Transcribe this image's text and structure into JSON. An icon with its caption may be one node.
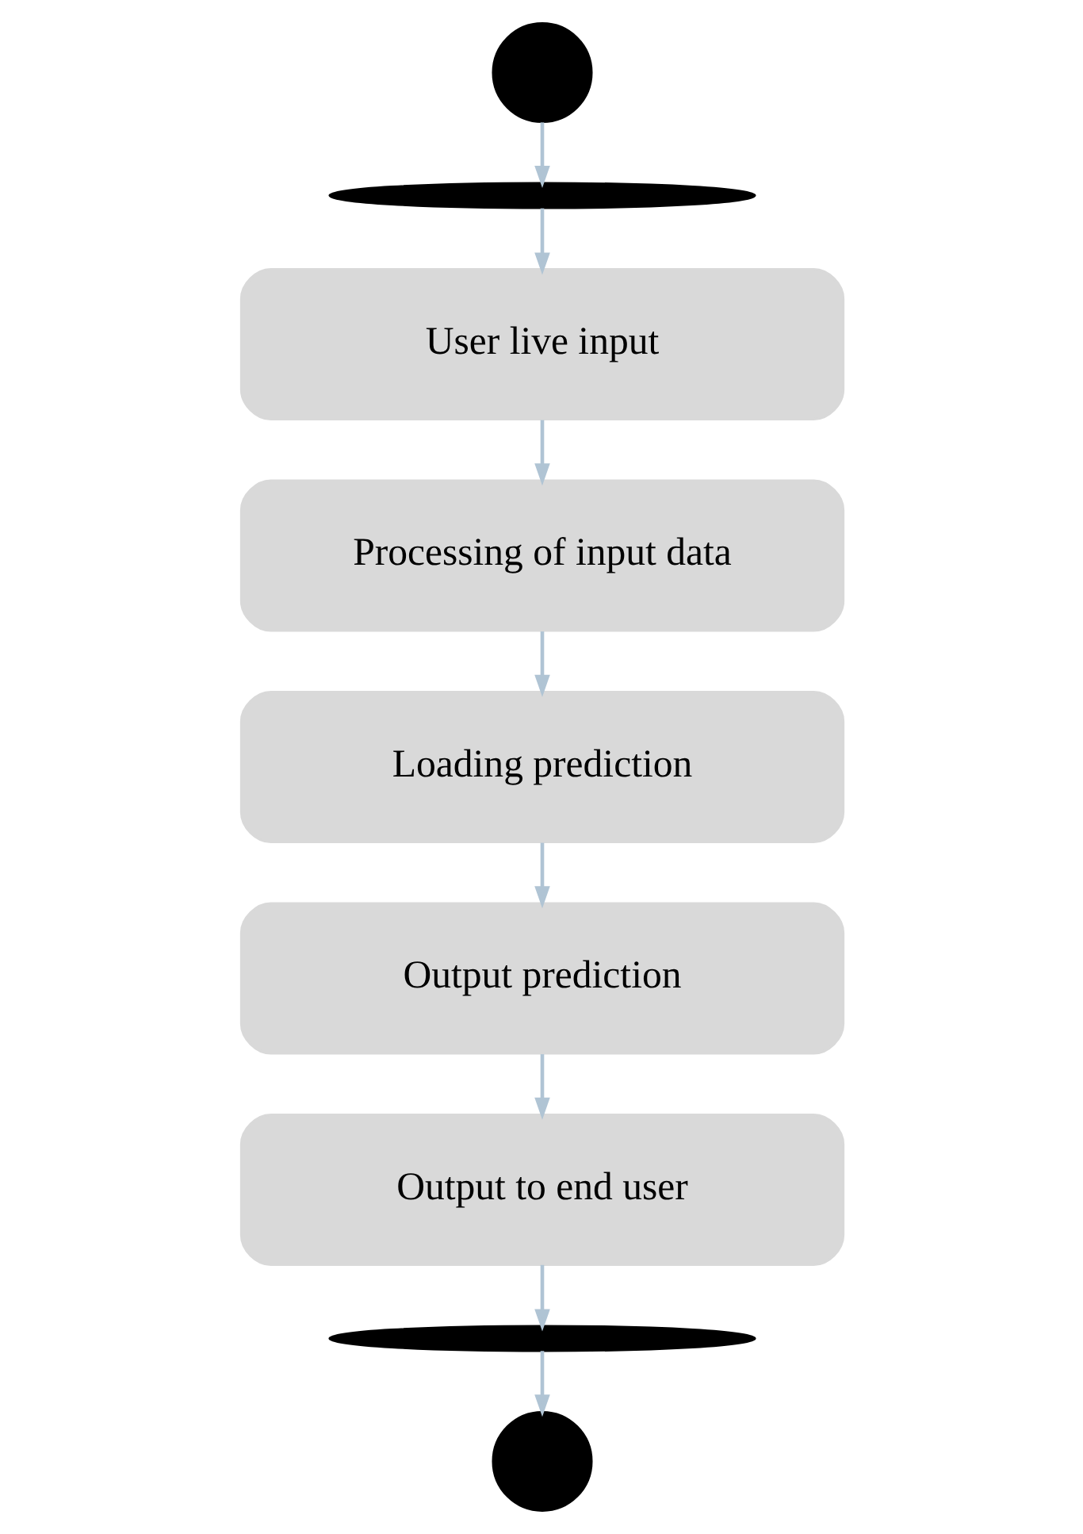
{
  "diagram": {
    "nodes": [
      {
        "text": [],
        "shape": "circle"
      },
      {
        "text": [],
        "shape": "bar"
      },
      {
        "text": [
          "User live input"
        ]
      },
      {
        "text": [
          "Processing of input data"
        ]
      },
      {
        "text": [
          "Loading prediction"
        ]
      },
      {
        "text": [
          "Output prediction"
        ]
      },
      {
        "text": [
          "Output to end user"
        ]
      },
      {
        "text": [],
        "shape": "bar"
      },
      {
        "text": [],
        "shape": "circle"
      }
    ],
    "edges": [
      {
        "from": 0,
        "to": 1,
        "arrow": "to"
      },
      {
        "from": 1,
        "to": 2,
        "arrow": "to"
      },
      {
        "from": 2,
        "to": 3,
        "arrow": "to"
      },
      {
        "from": 3,
        "to": 4,
        "arrow": "to"
      },
      {
        "from": 4,
        "to": 5,
        "arrow": "to"
      },
      {
        "from": 5,
        "to": 6,
        "arrow": "to"
      },
      {
        "from": 6,
        "to": 7,
        "arrow": "to"
      },
      {
        "from": 7,
        "to": 8,
        "arrow": "to"
      }
    ]
  }
}
